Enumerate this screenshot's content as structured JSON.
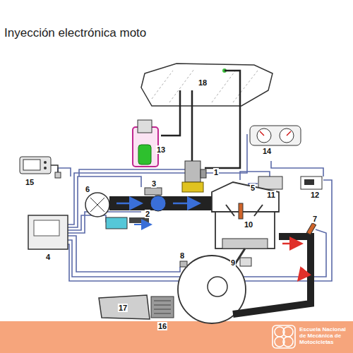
{
  "diagram": {
    "title": "Inyección electrónica moto",
    "labels": [
      "18",
      "13",
      "15",
      "1",
      "14",
      "11",
      "12",
      "6",
      "3",
      "2",
      "5",
      "10",
      "7",
      "4",
      "8",
      "9",
      "17",
      "16",
      "Escuela Nacional de Mecánica de Motocicletas"
    ]
  }
}
